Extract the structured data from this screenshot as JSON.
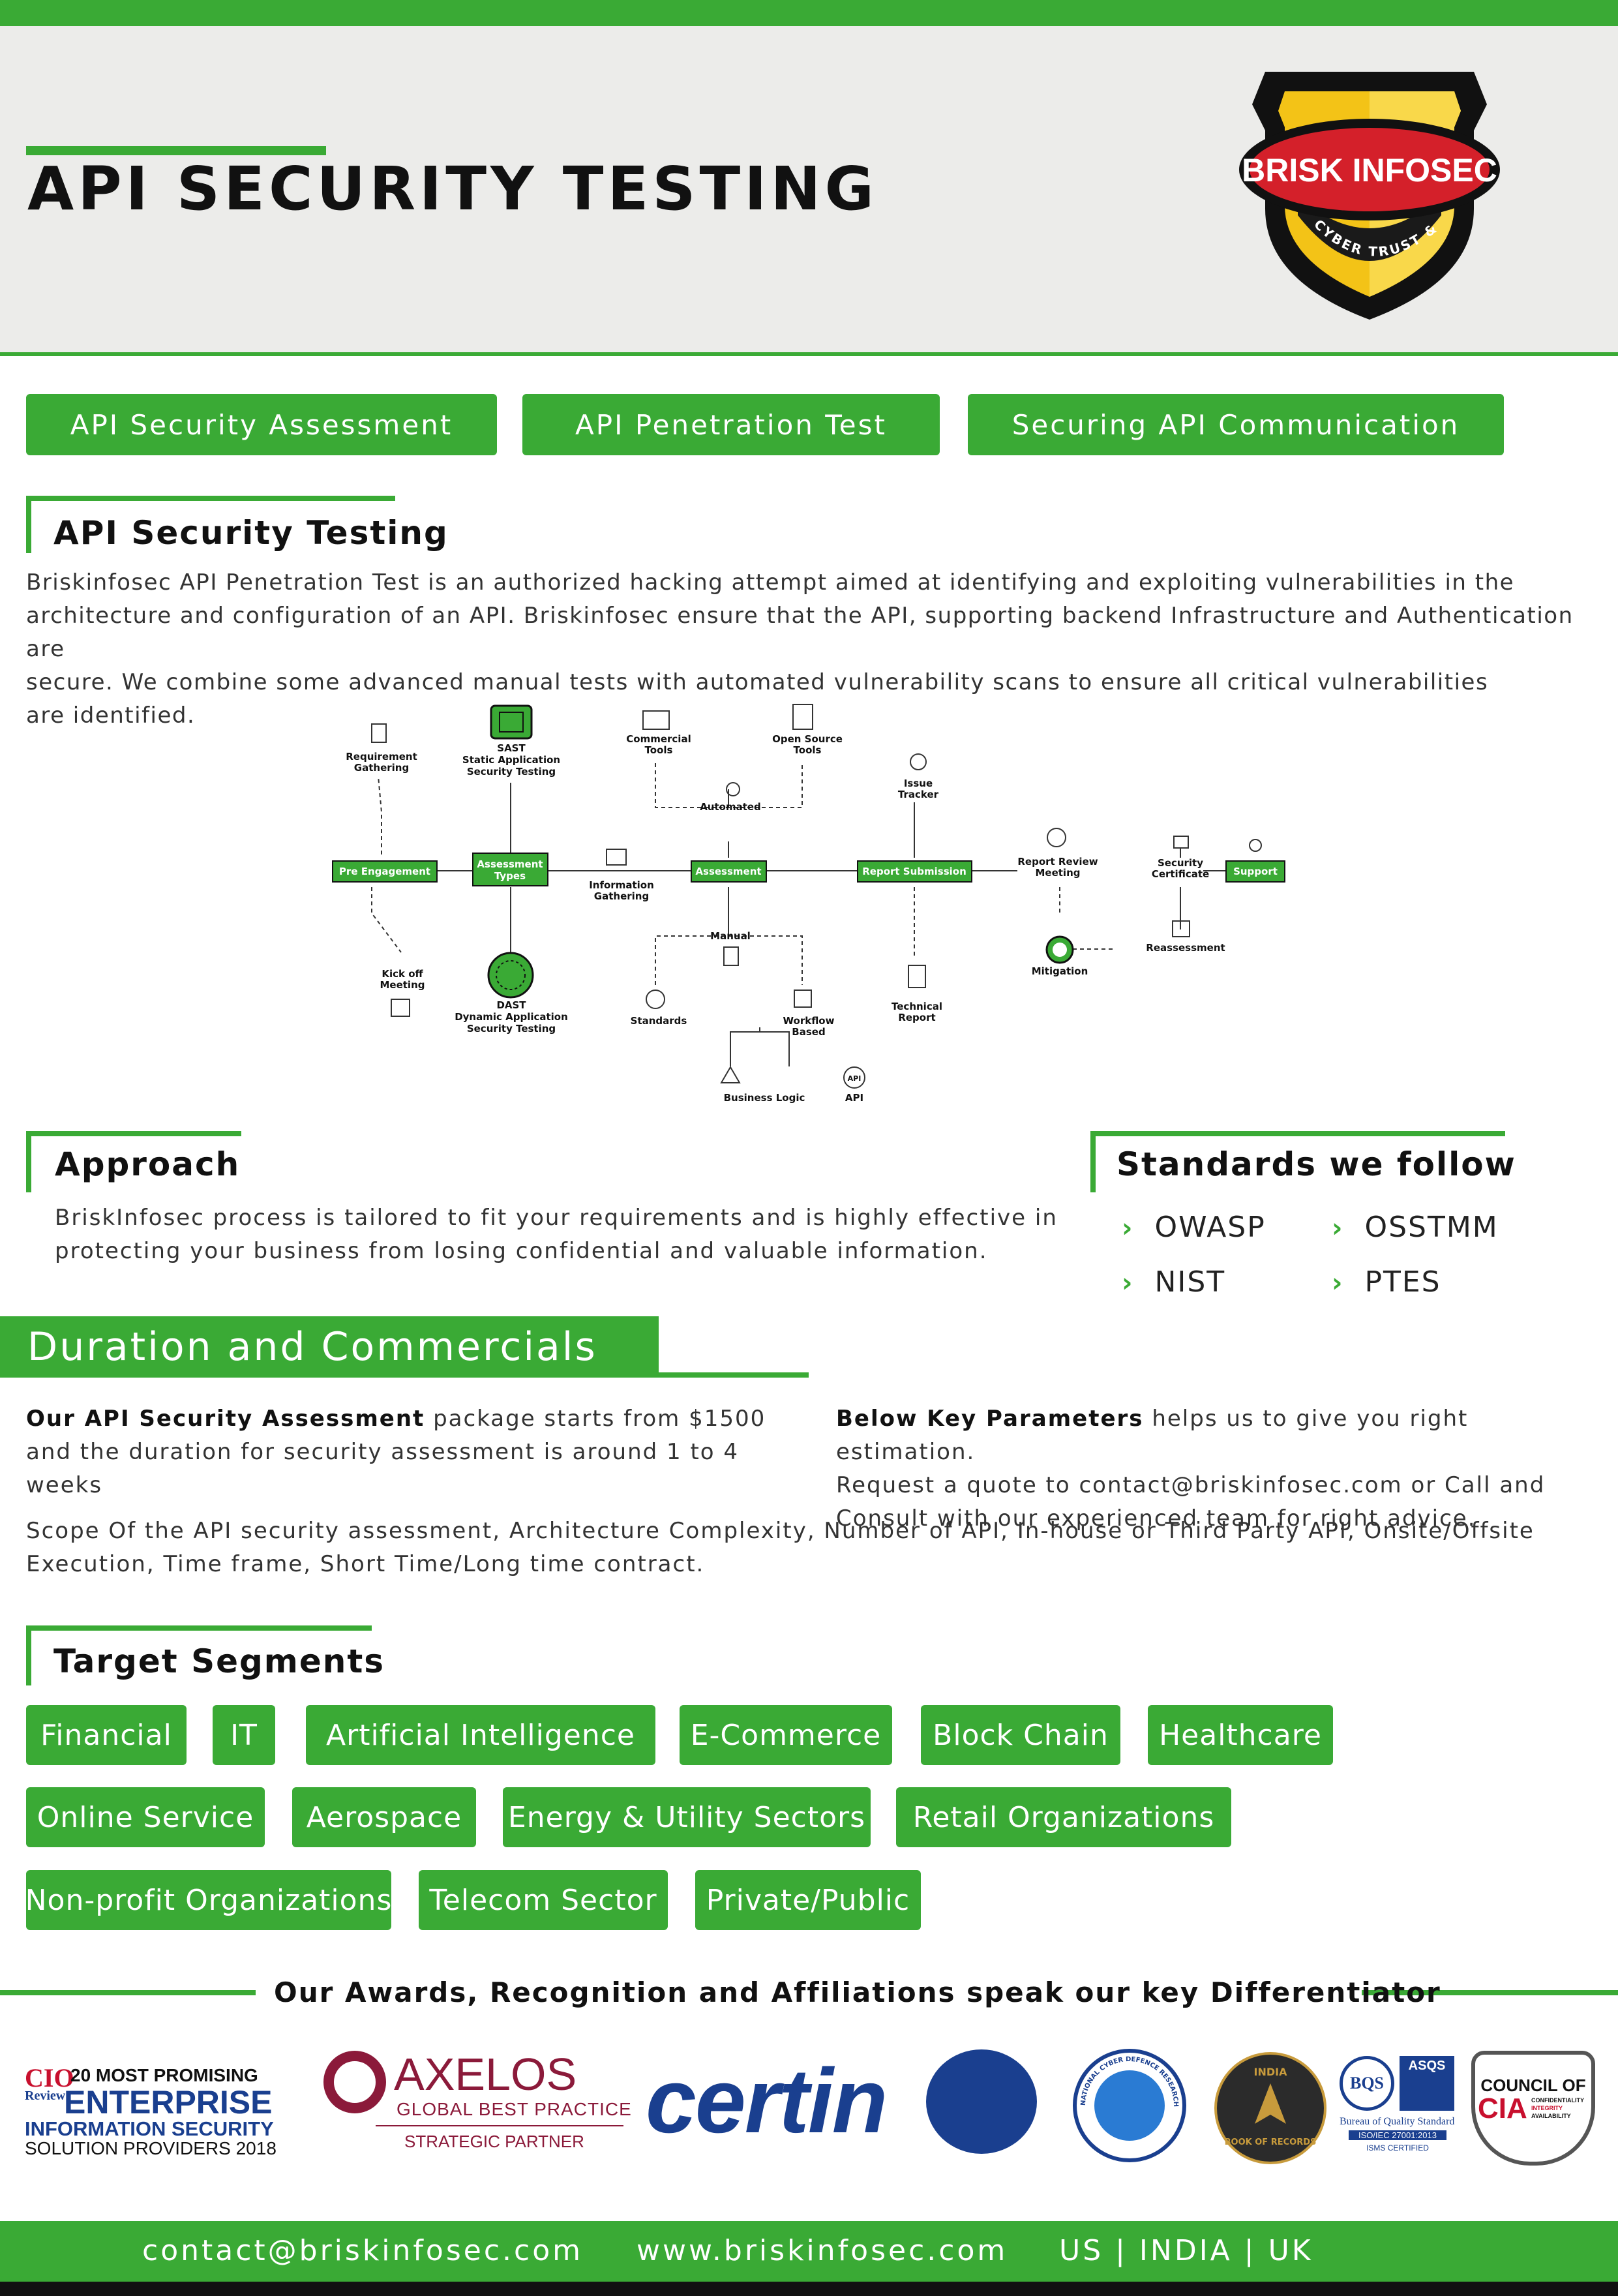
{
  "header": {
    "title": "API SECURITY TESTING",
    "logo_name": "BRISK INFOSEC",
    "logo_tagline": "CYBER TRUST & ASSURANCE"
  },
  "tabs": [
    {
      "label": "API Security Assessment"
    },
    {
      "label": "API Penetration Test"
    },
    {
      "label": "Securing API Communication"
    }
  ],
  "intro": {
    "title": "API Security Testing",
    "lines": [
      "Briskinfosec API Penetration Test is an authorized hacking attempt aimed at identifying and exploiting vulnerabilities in the",
      "architecture and configuration of an API. Briskinfosec ensure that the API, supporting backend Infrastructure and Authentication are",
      "secure. We combine some advanced manual tests with automated vulnerability scans to ensure all critical vulnerabilities",
      "are identified."
    ]
  },
  "diagram": {
    "req_line1": "Requirement",
    "req_line2": "Gathering",
    "sast1": "SAST",
    "sast2": "Static Application",
    "sast3": "Security Testing",
    "commercial1": "Commercial",
    "commercial2": "Tools",
    "open1": "Open Source",
    "open2": "Tools",
    "automated": "Automated",
    "issue1": "Issue",
    "issue2": "Tracker",
    "pre": "Pre Engagement",
    "types1": "Assessment",
    "types2": "Types",
    "info1": "Information",
    "info2": "Gathering",
    "assessment": "Assessment",
    "report": "Report Submission",
    "review1": "Report Review",
    "review2": "Meeting",
    "cert1": "Security",
    "cert2": "Certificate",
    "support": "Support",
    "manual": "Manual",
    "kick1": "Kick off",
    "kick2": "Meeting",
    "dast1": "DAST",
    "dast2": "Dynamic Application",
    "dast3": "Security Testing",
    "standards": "Standards",
    "workflow1": "Workflow",
    "workflow2": "Based",
    "tech1": "Technical",
    "tech2": "Report",
    "mitigation": "Mitigation",
    "reassessment": "Reassessment",
    "business": "Business Logic",
    "api": "API",
    "api_icon_text": "API"
  },
  "approach": {
    "title": "Approach",
    "lines": [
      "BriskInfosec process is tailored to fit your requirements and is highly effective in",
      "protecting your business from losing confidential and valuable information."
    ]
  },
  "standards": {
    "title": "Standards we follow",
    "items": [
      "OWASP",
      "OSSTMM",
      "NIST",
      "PTES"
    ]
  },
  "duration": {
    "title": "Duration and Commercials",
    "left_bold": "Our API Security Assessment",
    "left_rest": " package starts from $1500",
    "left_line2": "and the duration for security assessment   is around 1 to 4",
    "left_line3": "weeks",
    "right_bold": "Below Key Parameters",
    "right_rest": " helps us to give you right estimation.",
    "right_line2": "Request a quote to contact@briskinfosec.com or Call and",
    "right_line3": "Consult with our experienced team for right advice.",
    "scope_line1": "Scope Of the API security assessment, Architecture Complexity, Number of API, In-house or Third Party API, Onsite/Offsite",
    "scope_line2": "Execution, Time frame, Short Time/Long time contract."
  },
  "segments": {
    "title": "Target Segments",
    "items": [
      "Financial",
      "IT",
      "Artificial Intelligence",
      "E-Commerce",
      "Block Chain",
      "Healthcare",
      "Online Service",
      "Aerospace",
      "Energy & Utility Sectors",
      "Retail Organizations",
      "Non-profit Organizations",
      "Telecom Sector",
      "Private/Public"
    ]
  },
  "awards": {
    "title": "Our Awards, Recognition and Affiliations speak our key Differentiator",
    "cio1": "CIO",
    "cio2": "Review",
    "cio3": "20 MOST PROMISING",
    "cio4": "ENTERPRISE",
    "cio5": "INFORMATION SECURITY",
    "cio6": "SOLUTION PROVIDERS 2018",
    "axelos1": "AXELOS",
    "axelos2": "GLOBAL BEST PRACTICE",
    "axelos3": "STRATEGIC PARTNER",
    "certin": "certin",
    "ncdrc": "NATIONAL CYBER DEFENCE RESEARCH CENTRE",
    "india1": "INDIA",
    "india2": "BOOK OF RECORDS",
    "bqs1": "BQS",
    "bqs2": "ASQS",
    "bqs3": "Bureau of Quality Standard",
    "bqs4": "ISO/IEC 27001:2013",
    "bqs5": "ISMS CERTIFIED",
    "cia1": "COUNCIL OF",
    "cia2": "CIA",
    "cia3": "CONFIDENTIALITY",
    "cia4": "INTEGRITY",
    "cia5": "AVAILABILITY"
  },
  "footer": {
    "email": "contact@briskinfosec.com",
    "website": "www.briskinfosec.com",
    "regions": "US | INDIA | UK"
  }
}
